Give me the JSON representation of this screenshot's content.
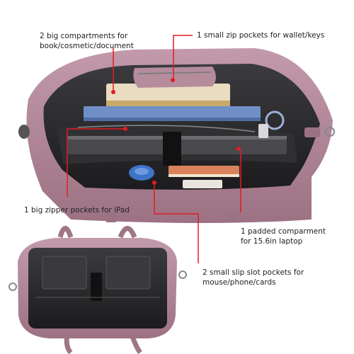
{
  "colors": {
    "leather": "#b48c9b",
    "leather_dark": "#8f6676",
    "lining": "#2a2a2c",
    "callout_line": "#e21b23"
  },
  "callouts": {
    "compartments": {
      "line1": "2 big compartments for",
      "line2": "book/cosmetic/document"
    },
    "zip_pockets": {
      "line1": "1 small zip pockets for wallet/keys"
    },
    "ipad_pocket": {
      "line1": "1 big zipper pockets for iPad"
    },
    "laptop": {
      "line1": "1 padded comparment",
      "line2": "for 15.6in laptop"
    },
    "slip_pockets": {
      "line1": "2 small slip slot pockets for",
      "line2": "mouse/phone/cards"
    }
  }
}
